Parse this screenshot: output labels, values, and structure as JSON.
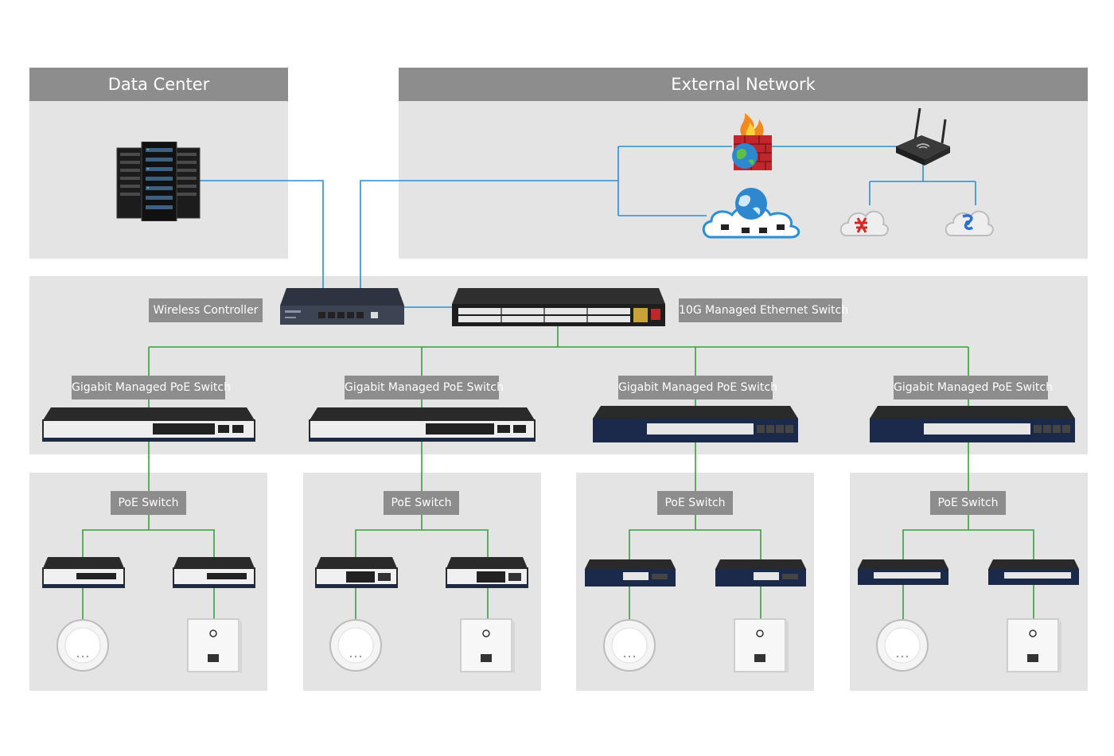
{
  "sections": {
    "data_center": "Data Center",
    "external_network": "External Network"
  },
  "core": {
    "wireless_controller": "Wireless Controller",
    "ethernet_switch": "10G Managed Ethernet Switch"
  },
  "aggregation": {
    "switch_labels": [
      "Gigabit Managed PoE Switch",
      "Gigabit Managed PoE Switch",
      "Gigabit Managed PoE Switch",
      "Gigabit Managed PoE Switch"
    ]
  },
  "access": {
    "switch_labels": [
      "PoE Switch",
      "PoE Switch",
      "PoE Switch",
      "PoE Switch"
    ]
  },
  "colors": {
    "panel": "#e4e4e4",
    "header": "#8d8d8d",
    "blue_link": "#2c8fd1",
    "green_link": "#36a23b"
  },
  "icons": [
    "server-rack-icon",
    "firewall-icon",
    "wireless-router-icon",
    "internet-cloud-icon",
    "isp-cloud-icon",
    "wireless-controller-icon",
    "managed-switch-icon",
    "poe-switch-icon",
    "ceiling-ap-icon",
    "wall-ap-icon"
  ]
}
